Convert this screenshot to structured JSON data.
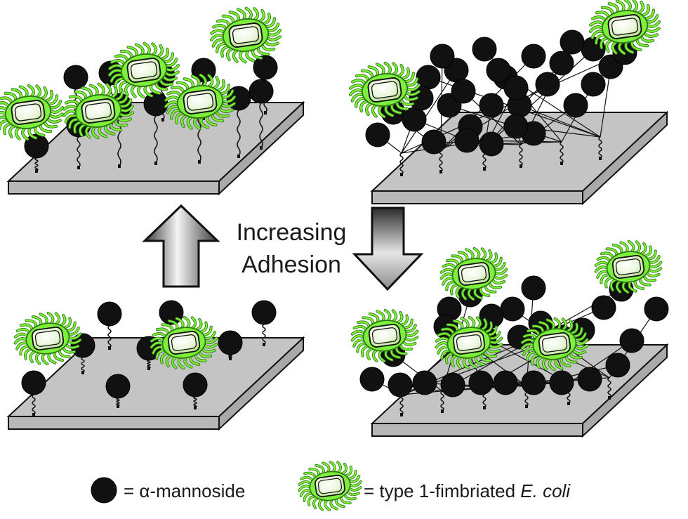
{
  "center_label": {
    "line1": "Increasing",
    "line2": "Adhesion"
  },
  "legend": {
    "mannoside_text": "= α-mannoside",
    "ecoli_text_prefix": "= type 1-fimbriated ",
    "ecoli_text_italic": "E. coli"
  },
  "colors": {
    "surface_top": "#c4c4c4",
    "surface_side": "#a9a9a9",
    "sugar_ball": "#111111",
    "bacterium_fimbriae": "#7cf03a",
    "bacterium_body": "#eef8e0",
    "arrow_fill": "#d8d8d8"
  }
}
